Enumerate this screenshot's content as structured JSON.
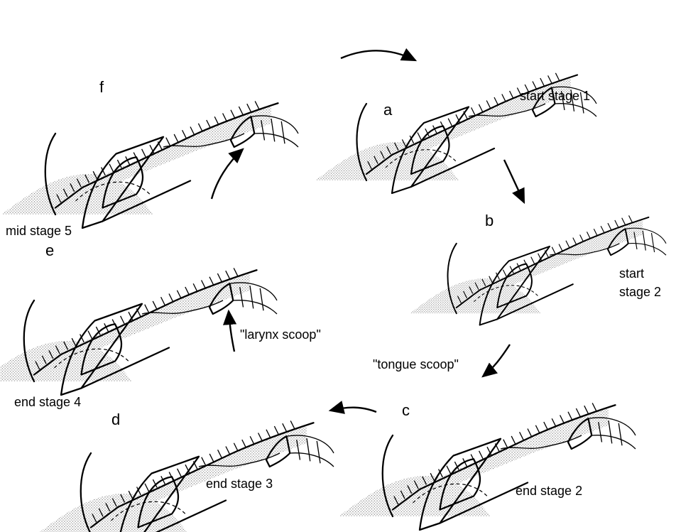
{
  "panels": [
    {
      "letter": "a",
      "caption": "start stage 1"
    },
    {
      "letter": "b",
      "caption_line1": "start",
      "caption_line2": "stage 2"
    },
    {
      "letter": "c",
      "caption": "end stage 2"
    },
    {
      "letter": "d",
      "caption": "end  stage 3"
    },
    {
      "letter": "e",
      "caption": "end stage 4"
    },
    {
      "letter": "f",
      "caption": "mid stage 5"
    }
  ],
  "annotations": {
    "tongue_scoop": "\"tongue scoop\"",
    "larynx_scoop": "\"larynx scoop\""
  }
}
